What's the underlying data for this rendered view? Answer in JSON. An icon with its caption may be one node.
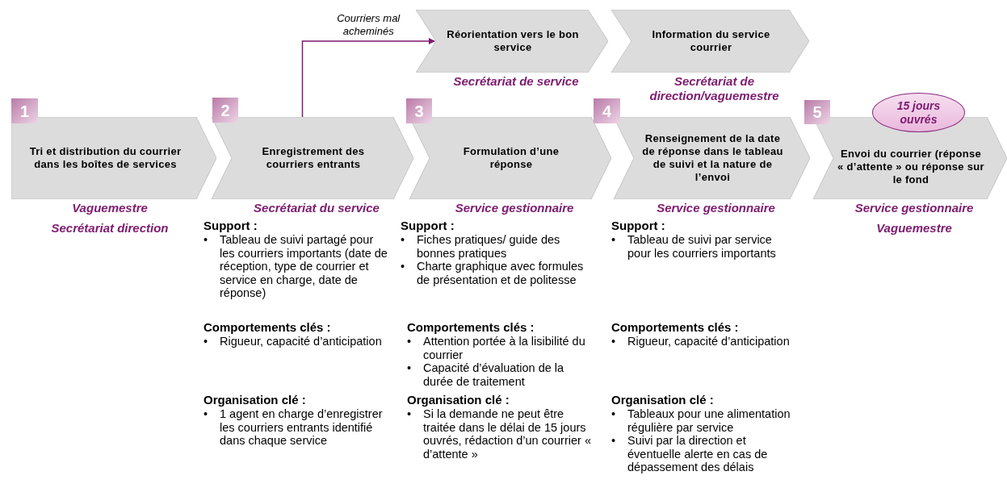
{
  "diagram": {
    "nodes": [
      {
        "text": [
          "Réorientation vers le bon service"
        ],
        "beside": [
          "Secrétariat de service"
        ]
      },
      {
        "text": [
          "Information du service courrier"
        ],
        "beside": [
          "Secrétariat de direction/vaguemestre"
        ]
      },
      {
        "text": [
          "1"
        ]
      },
      {
        "text": [
          "Tri et distribution du courrier dans les boîtes de services"
        ],
        "beside": [
          "Vaguemestre",
          "Secrétariat direction"
        ]
      },
      {
        "text": [
          "2"
        ]
      },
      {
        "text": [
          "Enregistrement des courriers entrants"
        ],
        "beside": [
          "Secrétariat du service"
        ]
      },
      {
        "text": [
          "3"
        ]
      },
      {
        "text": [
          "Formulation d’une réponse"
        ],
        "beside": [
          "Service gestionnaire"
        ]
      },
      {
        "text": [
          "4"
        ]
      },
      {
        "text": [
          "Renseignement de la date de réponse dans le tableau de suivi et la nature de l’envoi"
        ],
        "beside": [
          "Service gestionnaire"
        ]
      },
      {
        "text": [
          "5"
        ]
      },
      {
        "text": [
          "15 jours ouvrés"
        ]
      },
      {
        "text": [
          "Envoi du courrier (réponse « d’attente » ou réponse sur le fond"
        ],
        "beside": [
          "Service gestionnaire",
          "Vaguemestre"
        ]
      }
    ],
    "edges": [
      {
        "from": 5,
        "to": 0,
        "arrow": "to",
        "label": "Courriers mal acheminés"
      }
    ],
    "labels": [
      "Support :",
      "•",
      "Tableau de suivi partagé pour les courriers importants (date de réception, type de courrier et service en charge, date de réponse)",
      "Comportements clés :",
      "•",
      "Rigueur, capacité d’anticipation",
      "Organisation clé :",
      "•",
      "1 agent en charge d’enregistrer les courriers entrants identifié dans chaque service",
      "Support :",
      "•",
      "Fiches pratiques/ guide des bonnes pratiques",
      "•",
      "Charte graphique avec formules de présentation et de politesse",
      "Comportements clés :",
      "•",
      "Attention portée à la lisibilité du courrier",
      "•",
      "Capacité d’évaluation de la durée de traitement",
      "Organisation clé :",
      "•",
      "Si la demande ne peut être traitée dans le délai de 15 jours ouvrés, rédaction d’un courrier « d’attente »",
      "Support :",
      "•",
      "Tableau de suivi par service pour les courriers importants",
      "Comportements clés :",
      "•",
      "Rigueur, capacité d’anticipation",
      "Organisation clé :",
      "•",
      "Tableaux pour une alimentation régulière par service",
      "•",
      "Suivi par la direction et éventuelle alerte en cas de dépassement des délais"
    ]
  }
}
